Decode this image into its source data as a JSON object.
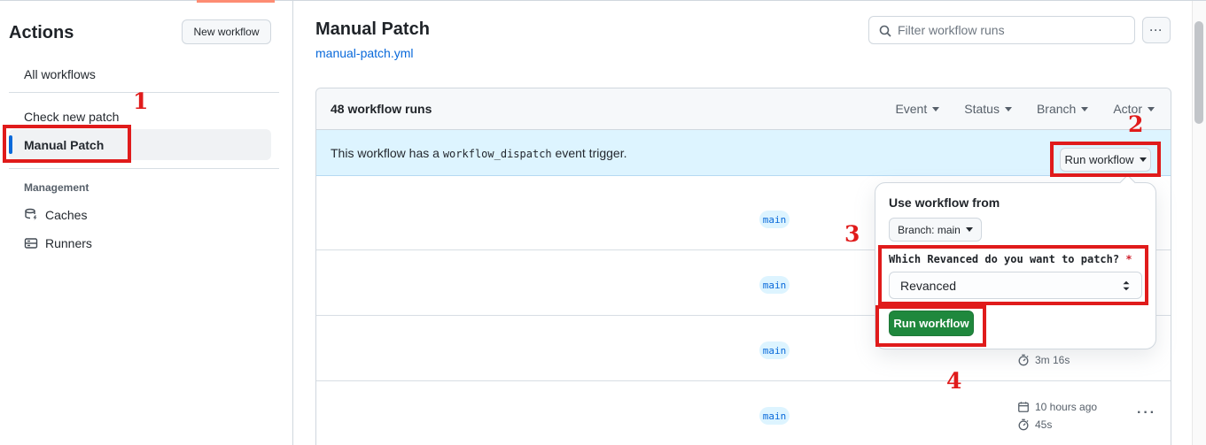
{
  "colors": {
    "annotation_red": "#e01b1b",
    "link_blue": "#0969da",
    "banner_blue_bg": "#ddf4ff",
    "green_button": "#1f883d",
    "coral_tab_underline": "#fd8c73",
    "badge_bg": "#ddf4ff",
    "badge_text": "#0969da",
    "selected_item_bg": "#f0f2f4",
    "header_bg": "#f6f8fa"
  },
  "annotations": {
    "step1": "1",
    "step2": "2",
    "step3": "3",
    "step4": "4"
  },
  "sidebar": {
    "title": "Actions",
    "new_workflow_button": "New workflow",
    "all_workflows": "All workflows",
    "workflows": [
      {
        "label": "Check new patch"
      },
      {
        "label": "Manual Patch"
      }
    ],
    "management_heading": "Management",
    "management_items": [
      {
        "label": "Caches",
        "icon": "cache-icon"
      },
      {
        "label": "Runners",
        "icon": "runners-icon"
      }
    ]
  },
  "main": {
    "title": "Manual Patch",
    "file_link": "manual-patch.yml",
    "search_placeholder": "Filter workflow runs",
    "kebab": "···"
  },
  "runs": {
    "count_label": "48 workflow runs",
    "filters": [
      {
        "label": "Event"
      },
      {
        "label": "Status"
      },
      {
        "label": "Branch"
      },
      {
        "label": "Actor"
      }
    ],
    "banner": {
      "text_before": "This workflow has a",
      "code": "workflow_dispatch",
      "text_after": "event trigger.",
      "button": "Run workflow"
    },
    "rows": [
      {
        "branch": "main"
      },
      {
        "branch": "main"
      },
      {
        "branch": "main",
        "duration": "3m 16s"
      },
      {
        "branch": "main",
        "started": "10 hours ago",
        "duration": "45s",
        "kebab": "···"
      }
    ]
  },
  "dispatch_panel": {
    "heading": "Use workflow from",
    "branch_selector": "Branch: main",
    "input_label": "Which Revanced do you want to patch?",
    "required_mark": "*",
    "select_value": "Revanced",
    "run_button": "Run workflow"
  }
}
